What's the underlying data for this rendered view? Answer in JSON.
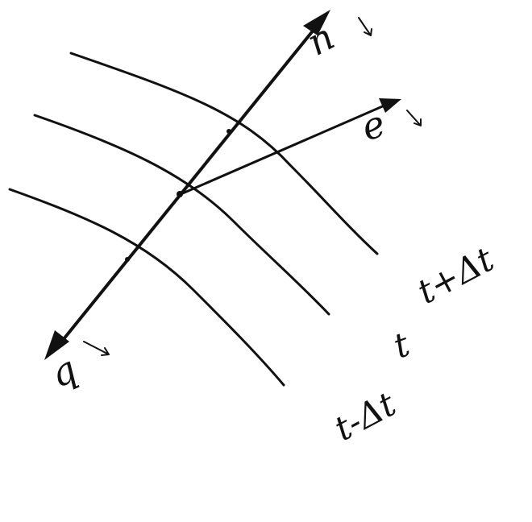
{
  "diagram": {
    "curves": [
      {
        "id": "upper",
        "label": "t+Δt"
      },
      {
        "id": "middle",
        "label": "t"
      },
      {
        "id": "lower",
        "label": "t-Δt"
      }
    ],
    "vectors": {
      "n": {
        "label": "n"
      },
      "e": {
        "label": "e"
      },
      "q": {
        "label": "q"
      }
    },
    "colors": {
      "ink": "#111111",
      "background": "#ffffff"
    }
  }
}
